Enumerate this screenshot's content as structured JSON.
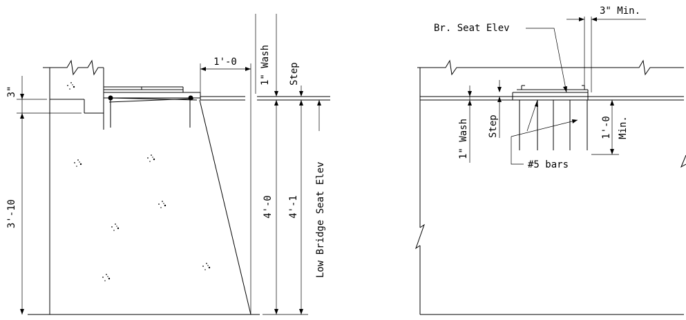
{
  "left_section": {
    "labels": {
      "three_inch": "3\"",
      "three_ten": "3'-10",
      "one_zero": "1'-0",
      "one_inch_wash": "1\" Wash",
      "step": "Step",
      "four_zero": "4'-0",
      "four_one": "4'-1",
      "low_bridge_seat_elev": "Low Bridge Seat Elev"
    }
  },
  "right_section": {
    "labels": {
      "three_inch_min": "3\" Min.",
      "br_seat_elev": "Br. Seat Elev",
      "one_inch_wash": "1\" Wash",
      "step": "Step",
      "one_zero": "1'-0",
      "min": "Min.",
      "bars": "#5 bars"
    }
  }
}
